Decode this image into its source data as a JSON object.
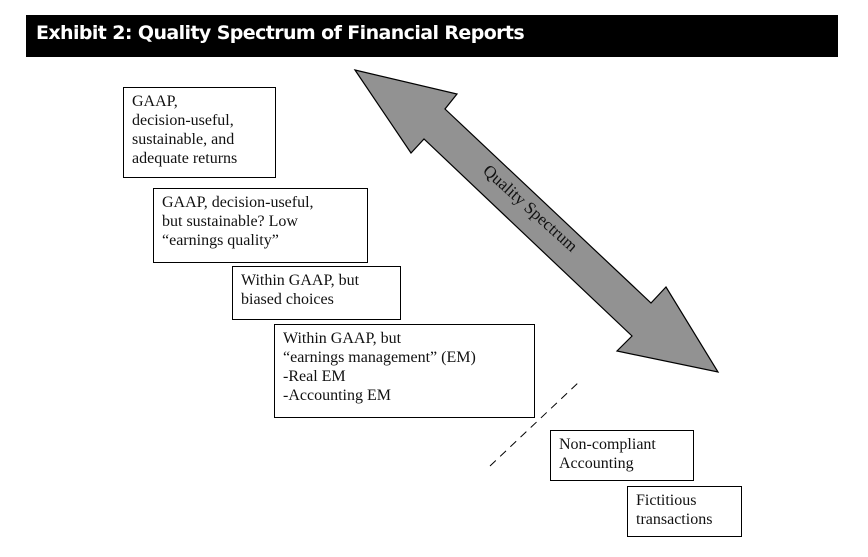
{
  "header": {
    "title": "Exhibit 2: Quality Spectrum of Financial Reports"
  },
  "arrow": {
    "label": "Quality Spectrum",
    "fill": "#929292"
  },
  "boxes": [
    {
      "lines": [
        "GAAP,",
        "decision-useful,",
        "sustainable, and",
        "adequate returns"
      ]
    },
    {
      "lines": [
        "GAAP, decision-useful,",
        "but sustainable? Low",
        "“earnings quality”"
      ]
    },
    {
      "lines": [
        "Within GAAP, but",
        "biased choices"
      ]
    },
    {
      "lines": [
        "Within GAAP, but",
        "“earnings management” (EM)",
        "-Real EM",
        "-Accounting EM"
      ]
    },
    {
      "lines": [
        "Non-compliant",
        "Accounting"
      ]
    },
    {
      "lines": [
        "Fictitious",
        "transactions"
      ]
    }
  ]
}
